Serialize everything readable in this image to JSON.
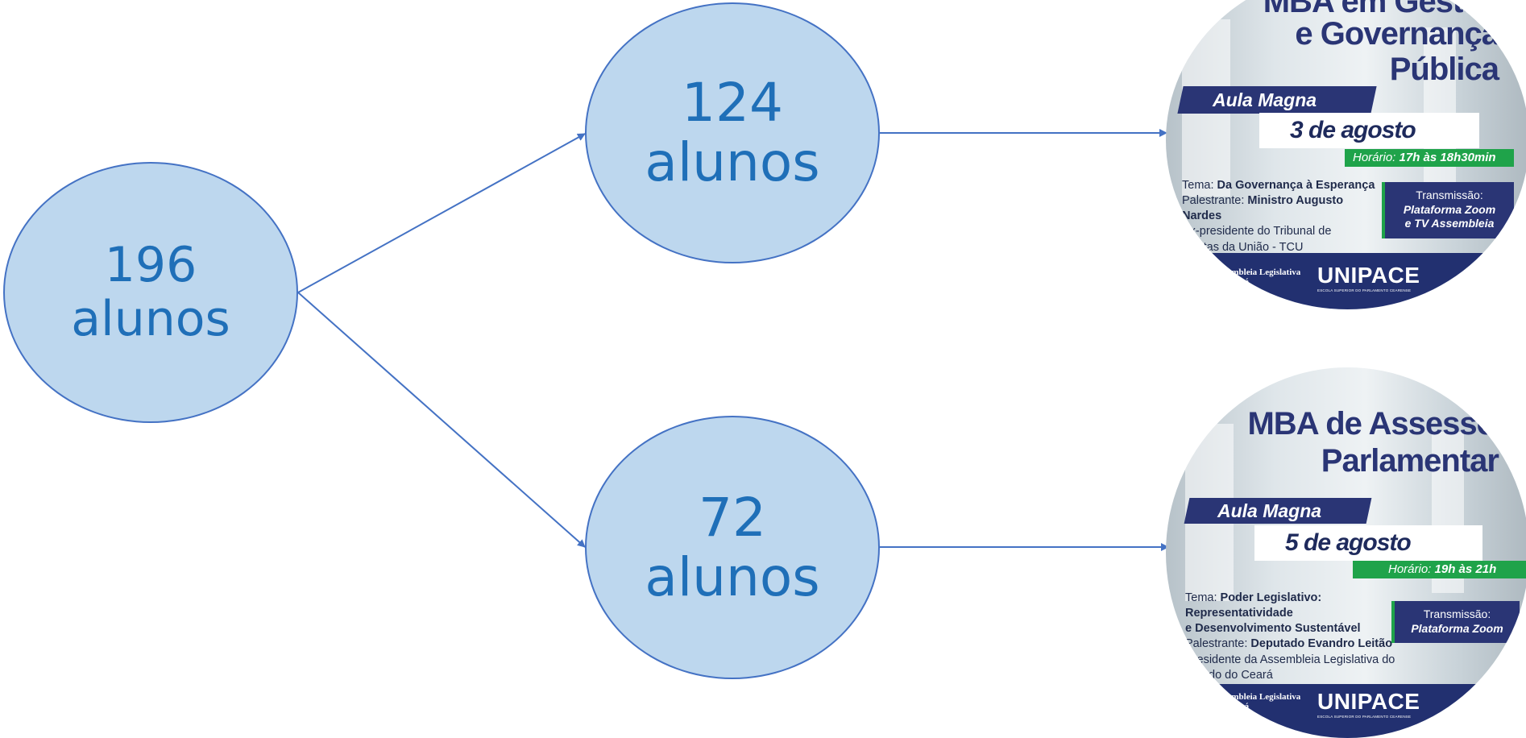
{
  "nodes": {
    "root": {
      "number": "196",
      "label": "alunos"
    },
    "top": {
      "number": "124",
      "label": "alunos"
    },
    "bottom": {
      "number": "72",
      "label": "alunos"
    }
  },
  "colors": {
    "node_fill": "#bdd7ee",
    "node_stroke": "#4472c4",
    "node_text": "#1f6fb8",
    "connector": "#4472c4",
    "poster_navy": "#2a3575",
    "poster_green": "#1fa34a"
  },
  "poster_1": {
    "title_line1": "MBA em Gestão",
    "title_line2": "e Governança",
    "title_line3": "Pública",
    "event": "Aula Magna",
    "date": "3 de agosto",
    "time_label": "Horário:",
    "time_value": "17h às 18h30min",
    "tema_label": "Tema:",
    "tema_value": "Da Governança à Esperança",
    "palestrante_label": "Palestrante:",
    "palestrante_value": "Ministro Augusto Nardes",
    "role_line1": "Ex-presidente do Tribunal de",
    "role_line2": "Contas da União - TCU",
    "transmission_label": "Transmissão:",
    "transmission_line1": "Plataforma Zoom",
    "transmission_line2": "e TV Assembleia",
    "footer_org_line1": "Assembleia Legislativa",
    "footer_org_line2": "do Ceará",
    "footer_brand": "UNIPACE",
    "footer_brand_sub": "ESCOLA SUPERIOR DO PARLAMENTO CEARENSE"
  },
  "poster_2": {
    "title_line1": "MBA de Assessoria",
    "title_line2": "Parlamentar",
    "event": "Aula Magna",
    "date": "5 de agosto",
    "time_label": "Horário:",
    "time_value": "19h às 21h",
    "tema_label": "Tema:",
    "tema_value_line1": "Poder Legislativo: Representatividade",
    "tema_value_line2": "e Desenvolvimento Sustentável",
    "palestrante_label": "Palestrante:",
    "palestrante_value": "Deputado Evandro Leitão",
    "role_line1": "Presidente da Assembleia Legislativa do",
    "role_line2": "Estado do Ceará",
    "transmission_label": "Transmissão:",
    "transmission_line1": "Plataforma Zoom",
    "footer_org_line1": "Assembleia Legislativa",
    "footer_org_line2": "do Ceará",
    "footer_brand": "UNIPACE",
    "footer_brand_sub": "ESCOLA SUPERIOR DO PARLAMENTO CEARENSE"
  }
}
